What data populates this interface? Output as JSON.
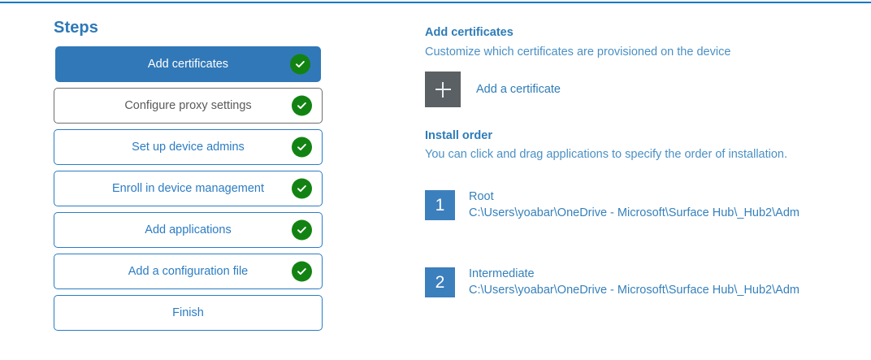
{
  "accent": {
    "top_rule_color": "#0078c8",
    "active_step_fill": "#3178b8",
    "step_outline": "#2b7cc4",
    "muted_outline": "#6e6e6e",
    "check_circle": "#128312",
    "badge_fill": "#3c7fbd",
    "add_tile_fill": "#5b6064"
  },
  "steps": {
    "title": "Steps",
    "items": [
      {
        "label": "Add certificates",
        "state": "active",
        "completed": true,
        "check_icon": "check-circle-icon"
      },
      {
        "label": "Configure proxy settings",
        "state": "muted",
        "completed": true,
        "check_icon": "check-circle-icon"
      },
      {
        "label": "Set up device admins",
        "state": "default",
        "completed": true,
        "check_icon": "check-circle-icon"
      },
      {
        "label": "Enroll in device management",
        "state": "default",
        "completed": true,
        "check_icon": "check-circle-icon"
      },
      {
        "label": "Add applications",
        "state": "default",
        "completed": true,
        "check_icon": "check-circle-icon"
      },
      {
        "label": "Add a configuration file",
        "state": "default",
        "completed": true,
        "check_icon": "check-circle-icon"
      },
      {
        "label": "Finish",
        "state": "default",
        "completed": false,
        "check_icon": ""
      }
    ]
  },
  "detail": {
    "certificates": {
      "title": "Add certificates",
      "subtitle": "Customize which certificates are provisioned on the device",
      "add_label": "Add a certificate",
      "add_icon": "plus-icon"
    },
    "install_order": {
      "title": "Install order",
      "subtitle": "You can click and drag applications to specify the order of installation.",
      "items": [
        {
          "number": "1",
          "name": "Root",
          "path": "C:\\Users\\yoabar\\OneDrive - Microsoft\\Surface Hub\\_Hub2\\Adm"
        },
        {
          "number": "2",
          "name": "Intermediate",
          "path": "C:\\Users\\yoabar\\OneDrive - Microsoft\\Surface Hub\\_Hub2\\Adm"
        }
      ]
    }
  }
}
